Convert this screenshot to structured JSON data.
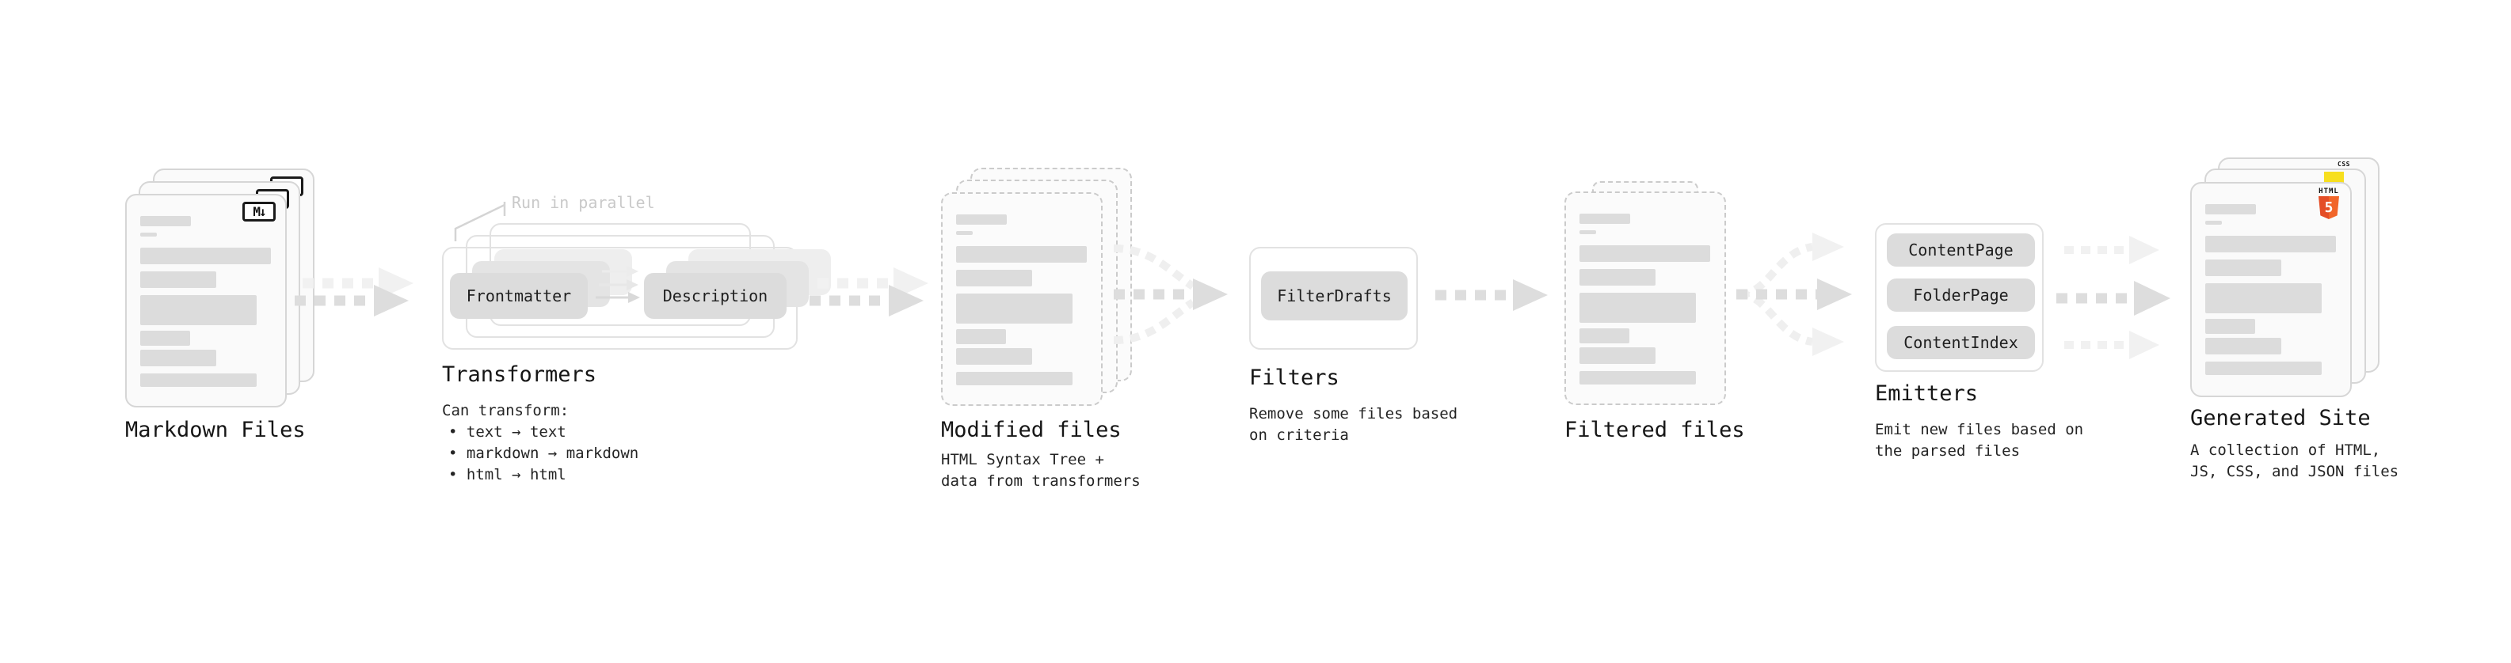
{
  "stages": {
    "markdown_files": {
      "label": "Markdown Files",
      "badge_text": "M↓"
    },
    "transformers": {
      "label": "Transformers",
      "callout": "Run in parallel",
      "boxes": [
        "Frontmatter",
        "Description"
      ],
      "note_title": "Can transform:",
      "note_bullets": [
        "• text → text",
        "• markdown → markdown",
        "• html → html"
      ]
    },
    "modified_files": {
      "label": "Modified files",
      "note_lines": [
        "HTML Syntax Tree +",
        "data from transformers"
      ]
    },
    "filters": {
      "label": "Filters",
      "boxes": [
        "FilterDrafts"
      ],
      "note_lines": [
        "Remove some files based",
        "on criteria"
      ]
    },
    "filtered_files": {
      "label": "Filtered files"
    },
    "emitters": {
      "label": "Emitters",
      "boxes": [
        "ContentPage",
        "FolderPage",
        "ContentIndex"
      ],
      "note_lines": [
        "Emit new files based on",
        "the parsed files"
      ]
    },
    "generated_site": {
      "label": "Generated Site",
      "note_lines": [
        "A collection of HTML,",
        "JS, CSS, and JSON files"
      ],
      "html5_badge_word": "HTML",
      "html5_badge_number": "5",
      "css_badge_text": "CSS"
    }
  },
  "colors": {
    "html5_orange": "#e44d26",
    "js_yellow": "#f7df1e",
    "css_blue": "#2d53e5",
    "doc_border": "#d6d6d6",
    "doc_fill": "#fafafa",
    "placeholder_bar": "#dcdcdc",
    "pill_fill": "#dcdcdc",
    "arrow_dark": "#dddddd",
    "arrow_light": "#f1f1f1",
    "label_text": "#161616",
    "callout_text": "#c9c9c9"
  }
}
